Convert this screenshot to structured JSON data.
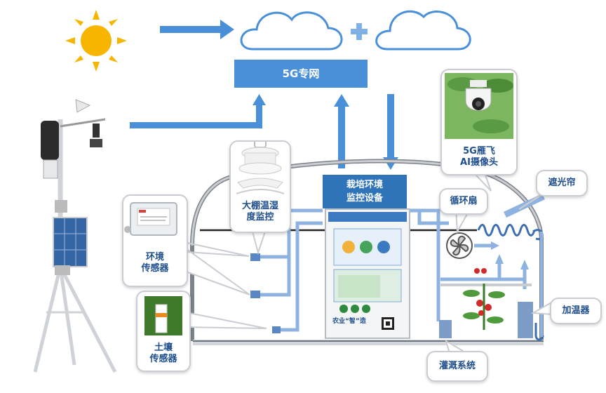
{
  "network": {
    "title": "5G专网"
  },
  "monitor": {
    "line1": "栽培环境",
    "line2": "监控设备",
    "panel_text": "农业“智”造"
  },
  "greenhouse_sensor": {
    "line1": "大棚温湿",
    "line2": "度监控"
  },
  "env_sensor": {
    "line1": "环境",
    "line2": "传感器"
  },
  "soil_sensor": {
    "line1": "土壤",
    "line2": "传感器"
  },
  "camera": {
    "line1": "5G雁飞",
    "line2": "AI摄像头"
  },
  "fan": {
    "label": "循环扇"
  },
  "shade": {
    "label": "遮光帘"
  },
  "heater": {
    "label": "加温器"
  },
  "irrigation": {
    "label": "灌溉系统"
  },
  "colors": {
    "accent": "#2f73b8",
    "cloud": "#4a90d9",
    "pipe": "#8fb3e0",
    "label": "#1f4e8c",
    "sun": "#f7b500"
  }
}
